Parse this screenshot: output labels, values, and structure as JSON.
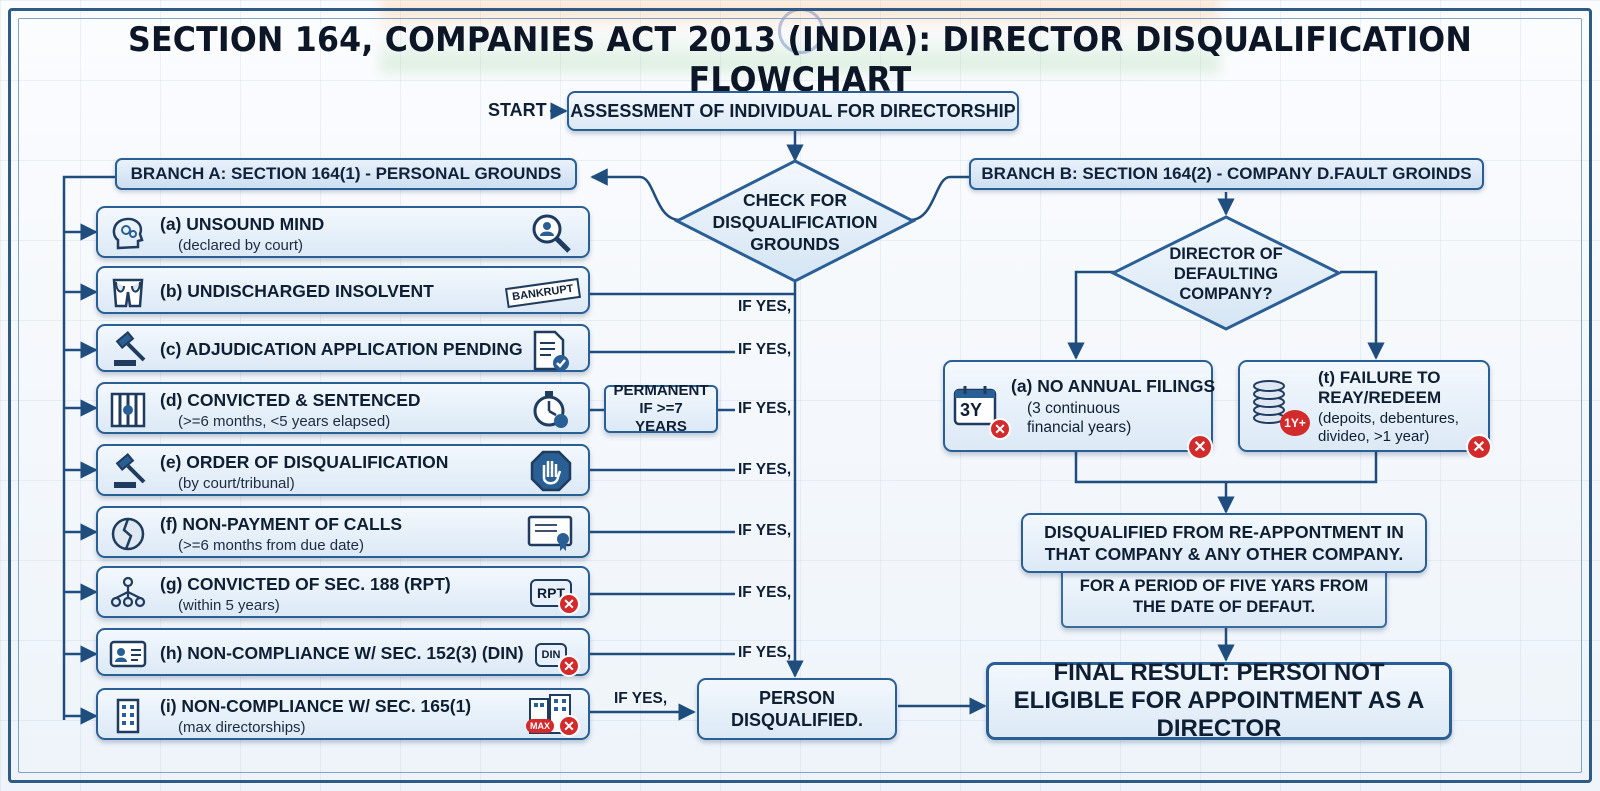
{
  "title": "SECTION 164, COMPANIES ACT 2013 (INDIA): DIRECTOR DISQUALIFICATⅠON FLOWCHART",
  "start": {
    "label": "START",
    "box": "ASSESSMENT OF INDIVIDUAL FOR DIRECTORSHIP"
  },
  "decision": {
    "text": "CHECK FOR DISQUALIFICATION GROUNDS"
  },
  "branch_a": {
    "header": "BRANCH A: SECTION 164(1) - PERSONAL GROUNDS",
    "items": [
      {
        "title": "(a) UNSOUND MIND",
        "sub": "(declared by court)",
        "icon": "head-gears-icon",
        "right_icon": "magnifier-person-icon"
      },
      {
        "title": "(b) UNDISCHARGED INSOLVENT",
        "sub": "",
        "icon": "empty-pockets-icon",
        "right_icon": "bankrupt-stamp-icon",
        "stamp": "BANKRUPT"
      },
      {
        "title": "(c) ADJUDICATION APPLICATION PENDING",
        "sub": "",
        "icon": "gavel-icon",
        "right_icon": "document-check-icon"
      },
      {
        "title": "(d) CONVICTED & SENTENCED",
        "sub": "(>=6 months, <5 years elapsed)",
        "icon": "jail-bars-icon",
        "right_icon": "stopwatch-icon"
      },
      {
        "title": "(e) ORDER OF DISQUALIFICATION",
        "sub": "(by court/tribunal)",
        "icon": "gavel-icon",
        "right_icon": "stop-hand-icon"
      },
      {
        "title": "(f) NON-PAYMENT OF CALLS",
        "sub": "(>=6 months from due date)",
        "icon": "broken-coin-icon",
        "right_icon": "certificate-icon"
      },
      {
        "title": "(g) CONVICTED OF SEC. 188 (RPT)",
        "sub": "(within 5 years)",
        "icon": "org-chart-icon",
        "right_icon": "rpt-badge-icon",
        "badge": "RPT"
      },
      {
        "title": "(h) NON-COMPLIANCE W/ SEC. 152(3) (DIN)",
        "sub": "",
        "icon": "id-card-icon",
        "right_icon": "din-card-icon",
        "badge": "DIN"
      },
      {
        "title": "(i) NON-COMPLIANCE W/ SEC. 165(1)",
        "sub": "(max directorships)",
        "icon": "building-icon",
        "right_icon": "buildings-max-icon",
        "badge": "MAX"
      }
    ],
    "permanent_note": "PERMANENT IF >=7 YEARS",
    "if_yes": "IF YES,"
  },
  "person_disqualified": "PERSON DISQUALIFIED.",
  "branch_b": {
    "header": "BRANCH B: SECTION 164(2) - COMPANY D.FAULT GROINDS",
    "decision": "DIRECTOR OF DEFAULTING COMPANY?",
    "left": {
      "title": "(a) NO ANNUAL FILINGS",
      "sub1": "(3 continuous",
      "sub2": "financial years)",
      "icon_text": "3Y"
    },
    "right": {
      "title1": "(t) FAILURE TO",
      "title2": "REAY/REDEEM",
      "sub1": "(depoits, debentures,",
      "sub2": "divideo, >1 year)",
      "icon_text": "1Y+"
    },
    "result1": "DISQUALIFIED FROM RE-APPONTMENT IN THAT COMPANY & ANY OTHER COMPANY.",
    "result2": "FOR A PERIOD OF FIVE YARS FROM THE DATE OF DEFAUT."
  },
  "final": "FINAL RESULT: PERSOI NOT ELIGIBLE FOR APPOINTMENT AS A DIRECTOR",
  "colors": {
    "line": "#1f4e7e",
    "box_border": "#2a5f95",
    "red": "#d32b2b"
  }
}
